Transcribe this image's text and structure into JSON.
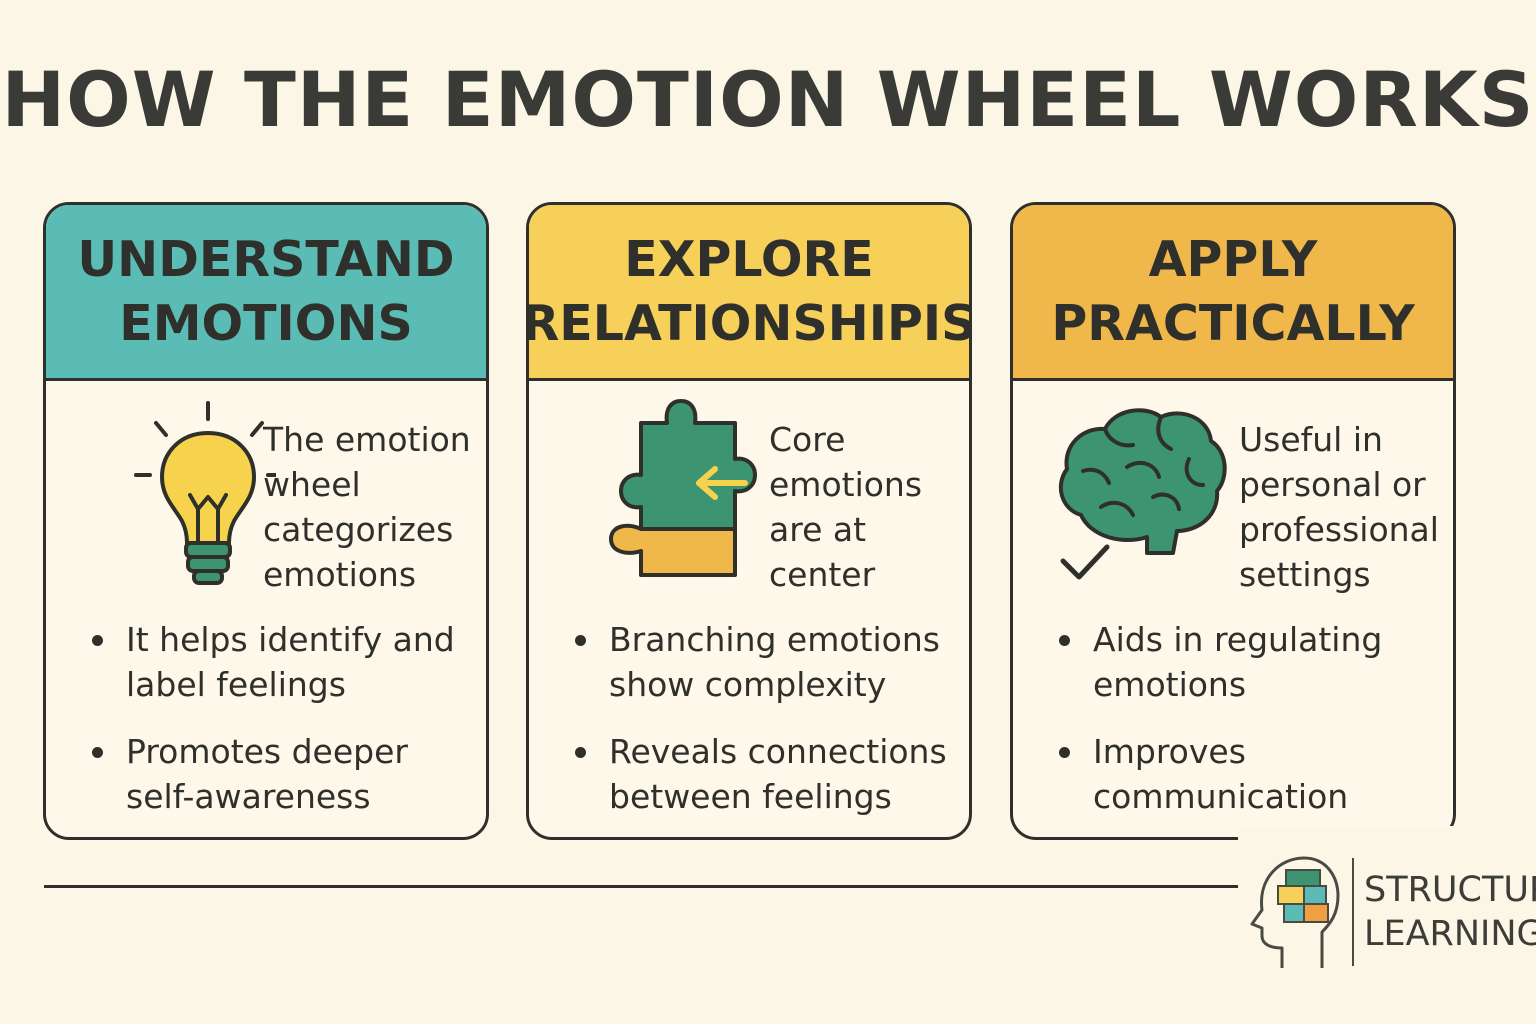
{
  "title": "HOW THE EMOTION WHEEL WORKS",
  "colors": {
    "background": "#fcf6e6",
    "teal_header": "#5bbcb6",
    "yellow_header": "#f7d05a",
    "orange_header": "#f0b84a",
    "green_icon": "#3d9470",
    "bulb_yellow": "#f7d24d",
    "outline": "#2f2f2b"
  },
  "cards": [
    {
      "heading": [
        "UNDERSTAND",
        "EMOTIONS"
      ],
      "icon": "lightbulb-icon",
      "side_text": [
        "The emotion",
        "wheel",
        "categorizes",
        "emotions"
      ],
      "bullets": [
        "It helps identify and label feelings",
        "Promotes deeper self-awareness"
      ]
    },
    {
      "heading": [
        "EXPLORE",
        "RELATIONSHIPIS"
      ],
      "icon": "puzzle-icon",
      "side_text": [
        "Core",
        "emotions",
        "are at",
        "center"
      ],
      "bullets": [
        "Branching emotions show complexity",
        "Reveals connections between feelings"
      ]
    },
    {
      "heading": [
        "APPLY",
        "PRACTICALLY"
      ],
      "icon": "brain-icon",
      "side_text": [
        "Useful in",
        "personal or",
        "professional",
        "settings"
      ],
      "bullets": [
        "Aids in regulating emotions",
        "Improves communication"
      ]
    }
  ],
  "logo": {
    "line1": "STRUCTURAL",
    "line2": "LEARNING",
    "icon": "head-blocks-icon"
  }
}
